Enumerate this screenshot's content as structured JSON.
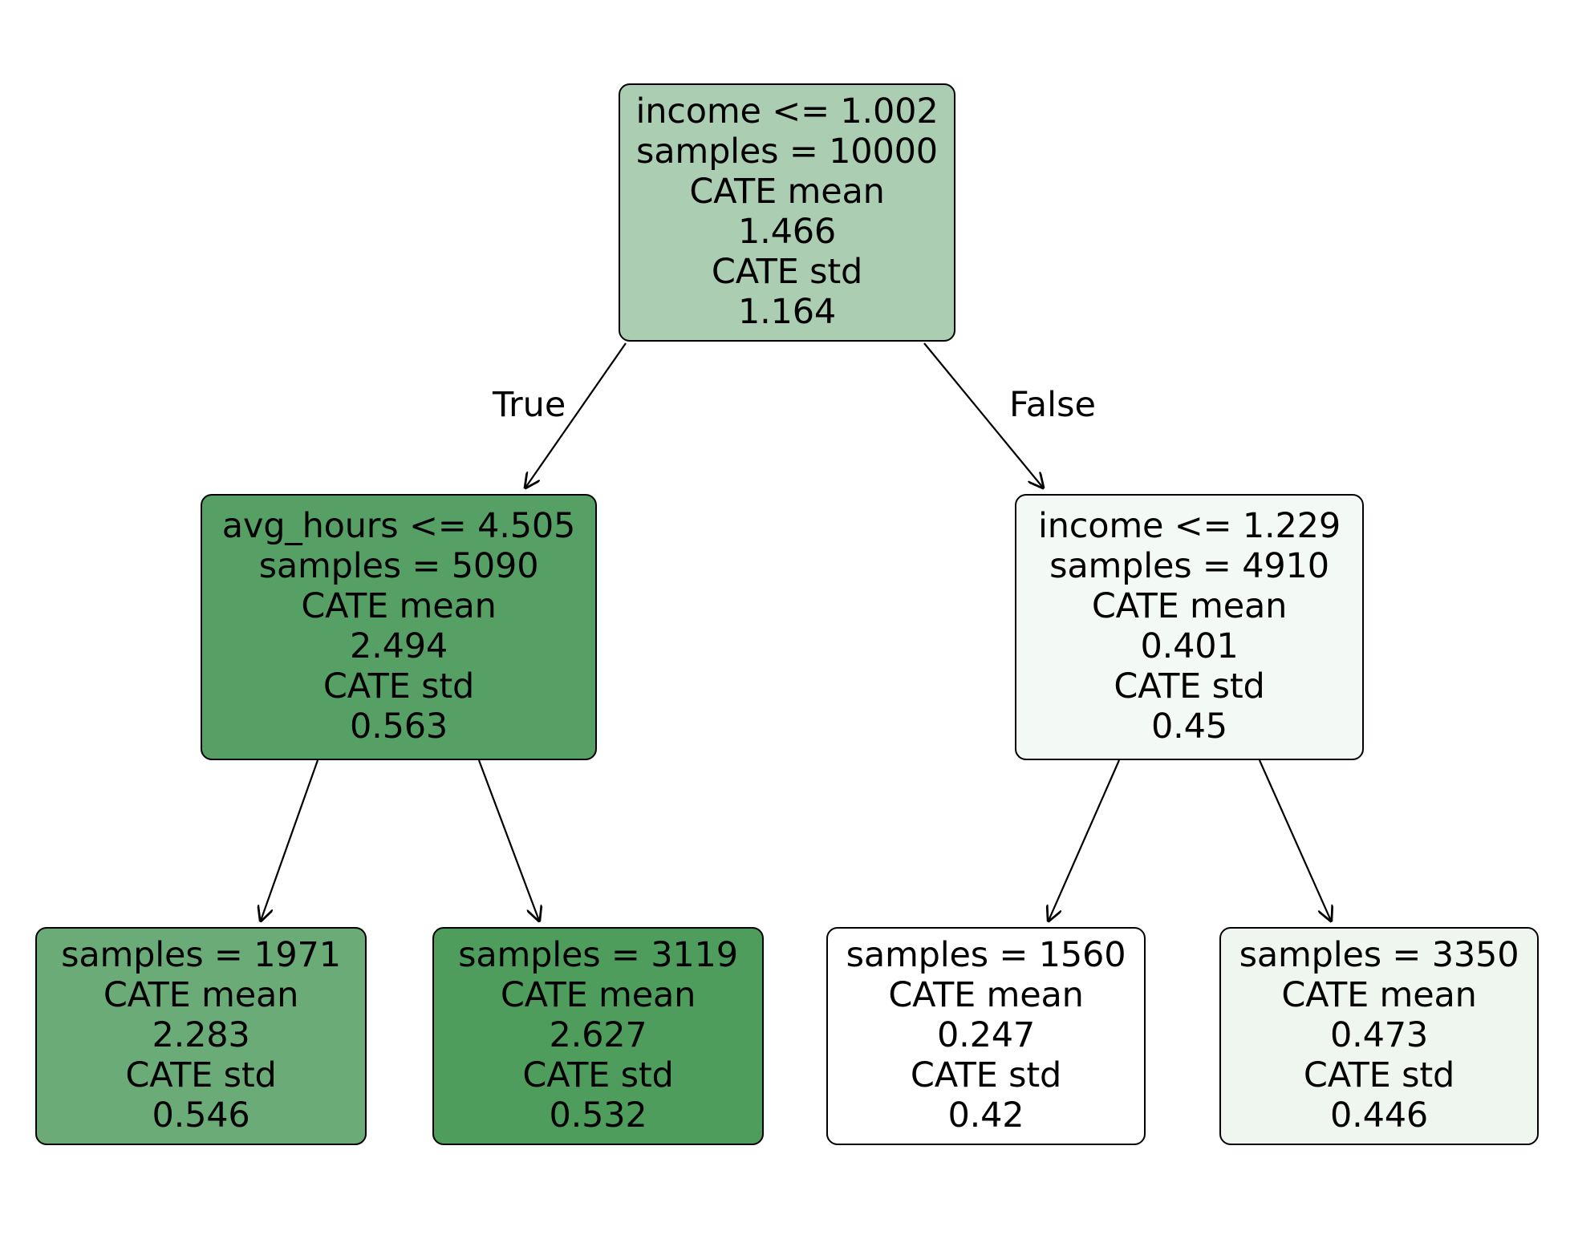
{
  "diagram": {
    "type": "decision-tree",
    "title": "",
    "background_color": "#ffffff",
    "edge_color": "#000000",
    "text_color": "#000000"
  },
  "edge_labels": {
    "true_label": "True",
    "false_label": "False"
  },
  "nodes": [
    {
      "id": "root",
      "role": "root",
      "condition": "income <= 1.002",
      "samples_line": "samples = 10000",
      "cate_mean_label": "CATE mean",
      "cate_mean_value": "1.466",
      "cate_std_label": "CATE std",
      "cate_std_value": "1.164",
      "fill": "#abcdb1",
      "samples": 10000,
      "cate_mean": 1.466,
      "cate_std": 1.164
    },
    {
      "id": "left",
      "role": "internal",
      "condition": "avg_hours <= 4.505",
      "samples_line": "samples = 5090",
      "cate_mean_label": "CATE mean",
      "cate_mean_value": "2.494",
      "cate_std_label": "CATE std",
      "cate_std_value": "0.563",
      "fill": "#56a065",
      "samples": 5090,
      "cate_mean": 2.494,
      "cate_std": 0.563
    },
    {
      "id": "right",
      "role": "internal",
      "condition": "income <= 1.229",
      "samples_line": "samples = 4910",
      "cate_mean_label": "CATE mean",
      "cate_mean_value": "0.401",
      "cate_std_label": "CATE std",
      "cate_std_value": "0.45",
      "fill": "#f3f9f4",
      "samples": 4910,
      "cate_mean": 0.401,
      "cate_std": 0.45
    },
    {
      "id": "leaf1",
      "role": "leaf",
      "condition": "",
      "samples_line": "samples = 1971",
      "cate_mean_label": "CATE mean",
      "cate_mean_value": "2.283",
      "cate_std_label": "CATE std",
      "cate_std_value": "0.546",
      "fill": "#6aab77",
      "samples": 1971,
      "cate_mean": 2.283,
      "cate_std": 0.546
    },
    {
      "id": "leaf2",
      "role": "leaf",
      "condition": "",
      "samples_line": "samples = 3119",
      "cate_mean_label": "CATE mean",
      "cate_mean_value": "2.627",
      "cate_std_label": "CATE std",
      "cate_std_value": "0.532",
      "fill": "#4e9d5c",
      "samples": 3119,
      "cate_mean": 2.627,
      "cate_std": 0.532
    },
    {
      "id": "leaf3",
      "role": "leaf",
      "condition": "",
      "samples_line": "samples = 1560",
      "cate_mean_label": "CATE mean",
      "cate_mean_value": "0.247",
      "cate_std_label": "CATE std",
      "cate_std_value": "0.42",
      "fill": "#ffffff",
      "samples": 1560,
      "cate_mean": 0.247,
      "cate_std": 0.42
    },
    {
      "id": "leaf4",
      "role": "leaf",
      "condition": "",
      "samples_line": "samples = 3350",
      "cate_mean_label": "CATE mean",
      "cate_mean_value": "0.473",
      "cate_std_label": "CATE std",
      "cate_std_value": "0.446",
      "fill": "#eff6f0",
      "samples": 3350,
      "cate_mean": 0.473,
      "cate_std": 0.446
    }
  ]
}
